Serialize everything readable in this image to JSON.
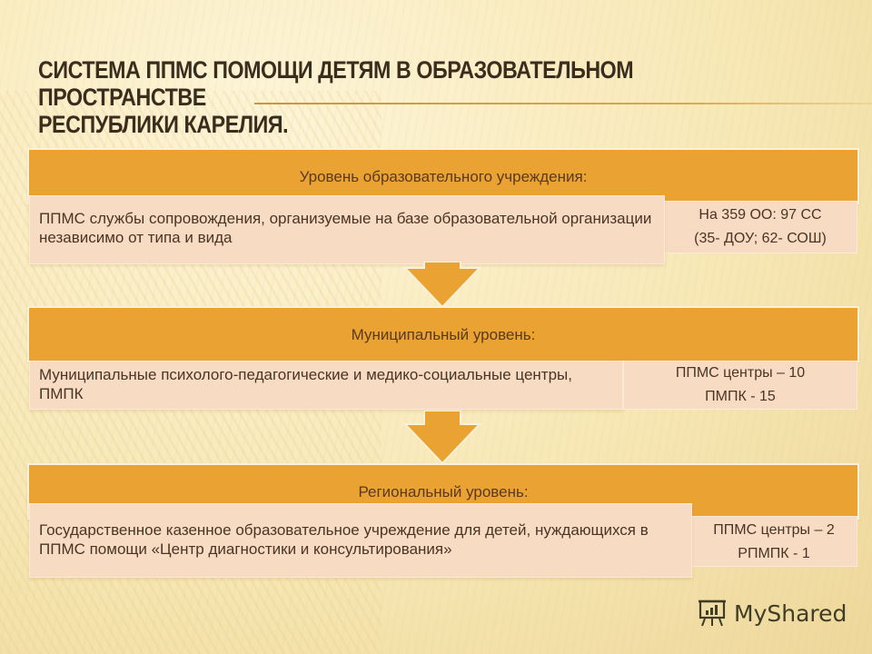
{
  "slide": {
    "title_line1": "Система ППМС помощи детям в образовательном пространстве",
    "title_line2": "Республики  Карелия."
  },
  "levels": [
    {
      "heading": "Уровень образовательного учреждения:",
      "description": "ППМС службы сопровождения, организуемые на базе образовательной организации независимо от типа и вида",
      "stats": [
        "На 359 ОО: 97 СС",
        "(35- ДОУ; 62- СОШ)"
      ]
    },
    {
      "heading": "Муниципальный уровень:",
      "description": "Муниципальные психолого-педагогические и медико-социальные центры, ПМПК",
      "stats": [
        "ППМС центры – 10",
        "ПМПК - 15"
      ]
    },
    {
      "heading": "Региональный уровень:",
      "description": "Государственное казенное образовательное учреждение для детей, нуждающихся в ППМС помощи «Центр диагностики и консультирования»",
      "stats": [
        "ППМС центры – 2",
        "РПМПК - 1"
      ]
    }
  ],
  "colors": {
    "band": "#eaa232",
    "panel": "#f7dcc3",
    "text": "#4a3426",
    "title": "#3b2d1e"
  },
  "watermark": {
    "icon": "presentation-chart-icon",
    "label": "MyShared"
  }
}
